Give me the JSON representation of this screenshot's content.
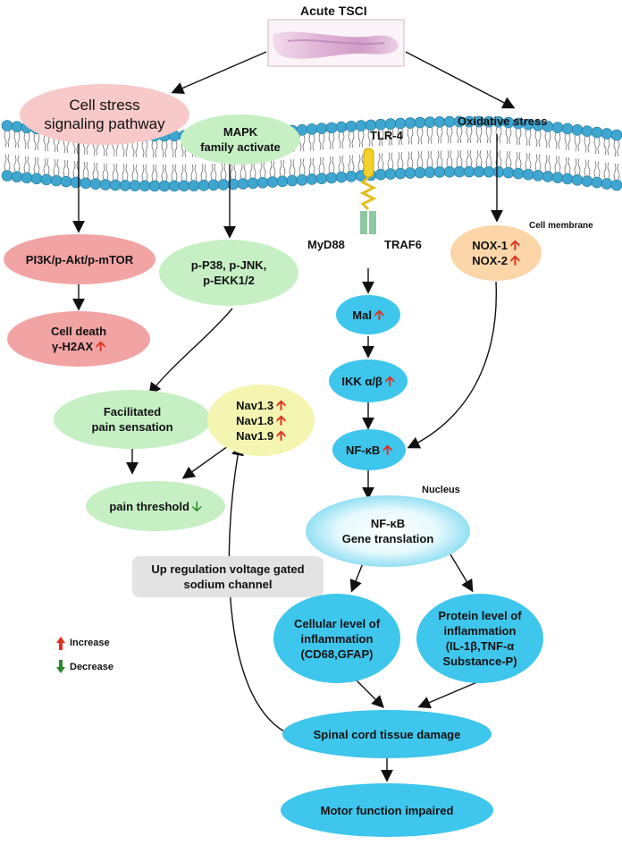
{
  "title": "Acute TSCI",
  "cell_stress": "Cell stress signaling pathway",
  "mapk": [
    "MAPK",
    "family activate"
  ],
  "tlr4": "TLR-4",
  "oxidative_stress": "Oxidative stress",
  "cell_membrane": "Cell membrane",
  "pi3k": "PI3K/p-Akt/p-mTOR",
  "cell_death": [
    "Cell death",
    "γ-H2AX"
  ],
  "p38": [
    "p-P38, p-JNK,",
    "p-EKK1/2"
  ],
  "myd88": "MyD88",
  "traf6": "TRAF6",
  "nox": [
    "NOX-1",
    "NOX-2"
  ],
  "mal": "Mal",
  "ikk": "IKK α/β",
  "nfkb": "NF-κB",
  "nucleus": "Nucleus",
  "nfkb_gene": [
    "NF-κB",
    "Gene translation"
  ],
  "facilitated": [
    "Facilitated",
    "pain sensation"
  ],
  "nav": [
    "Nav1.3",
    "Nav1.8",
    "Nav1.9"
  ],
  "pain_threshold": "pain threshold",
  "up_regulation": [
    "Up regulation voltage gated",
    "sodium channel"
  ],
  "cellular": [
    "Cellular level of",
    "inflammation",
    "(CD68,GFAP)"
  ],
  "protein": [
    "Protein level of",
    "inflammation",
    "(IL-1β,TNF-α",
    "Substance-P)"
  ],
  "legend": {
    "increase": "Increase",
    "decrease": "Decrease"
  },
  "spinal": "Spinal cord tissue damage",
  "motor": "Motor function impaired",
  "colors": {
    "membrane_bead": "#3fa6cf",
    "node_blue": "#3ec6ec",
    "node_green": "#c6f0c4",
    "node_pink": "#f2a3a3",
    "node_yellow": "#f3f5b0",
    "node_peach": "#fcd6a8",
    "arrow_up": "#e03020",
    "arrow_down": "#2a8a2a"
  }
}
